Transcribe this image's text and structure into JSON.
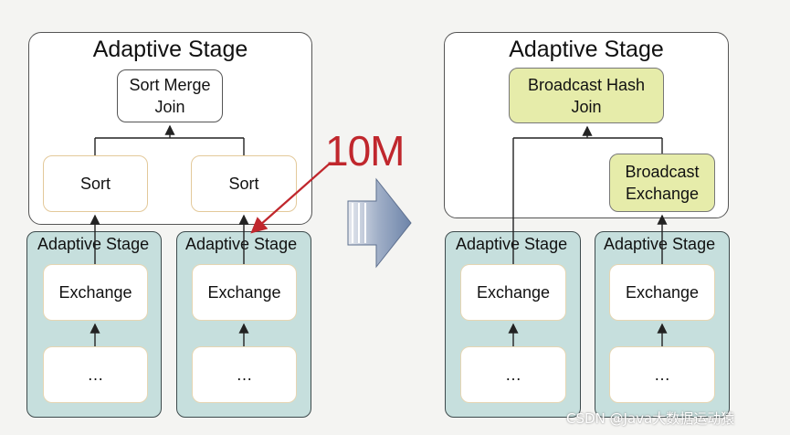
{
  "left": {
    "stage_title": "Adaptive Stage",
    "join_node": "Sort Merge\nJoin",
    "sort_left": "Sort",
    "sort_right": "Sort",
    "bottom_stages": [
      {
        "title": "Adaptive Stage",
        "exchange": "Exchange",
        "more": "…"
      },
      {
        "title": "Adaptive Stage",
        "exchange": "Exchange",
        "more": "…"
      }
    ]
  },
  "annotation": "10M",
  "right": {
    "stage_title": "Adaptive Stage",
    "join_node": "Broadcast Hash\nJoin",
    "broadcast_node": "Broadcast\nExchange",
    "bottom_stages": [
      {
        "title": "Adaptive Stage",
        "exchange": "Exchange",
        "more": "…"
      },
      {
        "title": "Adaptive Stage",
        "exchange": "Exchange",
        "more": "…"
      }
    ]
  },
  "watermark": "CSDN @Java大数据运动猿",
  "colors": {
    "annotation": "#c0272d",
    "stage_fill": "#c6dfdd",
    "broadcast_fill": "#e6ecaa",
    "arrow_fill": "#7f93b3"
  }
}
